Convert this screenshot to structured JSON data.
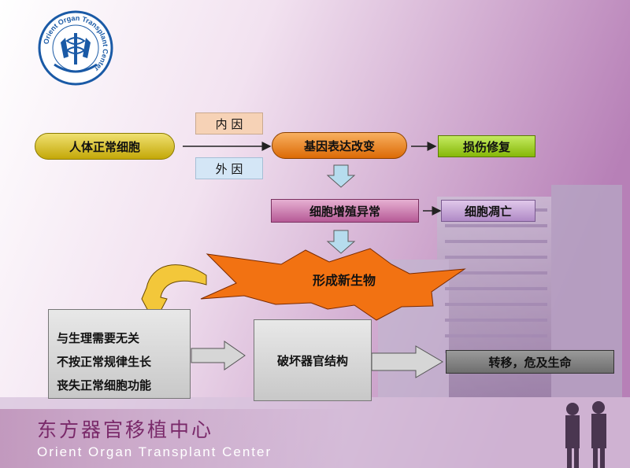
{
  "logo": {
    "ring_text": "Orient Organ Transplant Center"
  },
  "nodes": {
    "normal_cell": "人体正常细胞",
    "internal_cause": "内 因",
    "external_cause": "外 因",
    "gene_change": "基因表达改变",
    "damage_repair": "损伤修复",
    "abnormal_proliferation": "细胞增殖异常",
    "apoptosis": "细胞凋亡",
    "neoplasm": "形成新生物",
    "features": [
      "与生理需要无关",
      "不按正常规律生长",
      "丧失正常细胞功能"
    ],
    "destroy_organ": "破坏器官结构",
    "metastasis": "转移，危及生命"
  },
  "footer": {
    "title_cn": "东方器官移植中心",
    "title_en": "Orient Organ Transplant Center"
  },
  "colors": {
    "normal_cell": "#d8c010",
    "internal_cause": "#f6d2b6",
    "external_cause": "#d4e6f6",
    "gene_change": "#f07810",
    "damage_repair": "#9acc14",
    "abnormal_proliferation": "#c872aa",
    "apoptosis": "#c7a0d8",
    "neoplasm": "#f27212",
    "arrow_down": "#b6dcee",
    "logo": "#1a5aa6",
    "footer_cn": "#7a2a6a"
  }
}
